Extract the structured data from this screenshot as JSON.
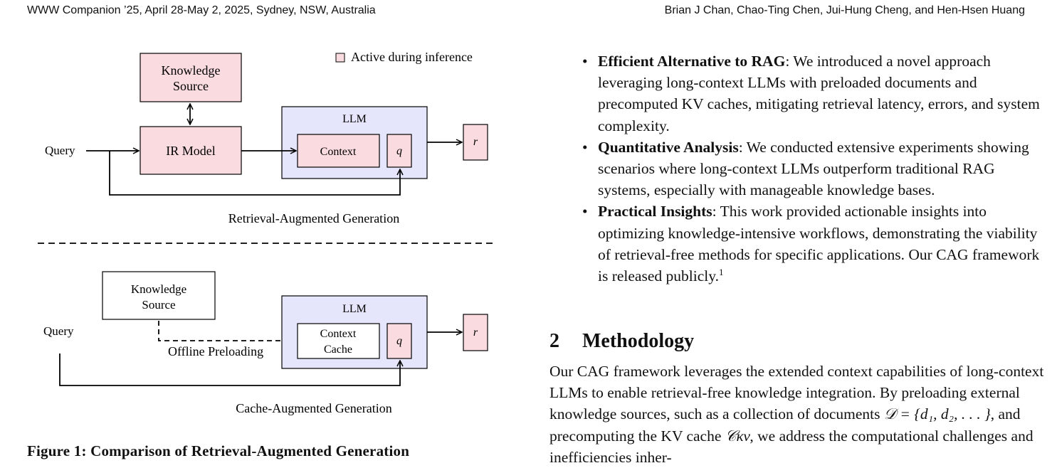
{
  "header": {
    "left": "WWW Companion ’25, April 28-May 2, 2025, Sydney, NSW, Australia",
    "right": "Brian J Chan, Chao-Ting Chen, Jui-Hung Cheng, and Hen-Hsen Huang"
  },
  "figure": {
    "legend": "Active during inference",
    "rag": {
      "knowledge_line1": "Knowledge",
      "knowledge_line2": "Source",
      "query": "Query",
      "ir_model": "IR Model",
      "llm": "LLM",
      "context": "Context",
      "q": "q",
      "r": "r",
      "label": "Retrieval-Augmented Generation"
    },
    "cag": {
      "knowledge_line1": "Knowledge",
      "knowledge_line2": "Source",
      "query": "Query",
      "llm": "LLM",
      "context_line1": "Context",
      "context_line2": "Cache",
      "q": "q",
      "r": "r",
      "offline": "Offline Preloading",
      "label": "Cache-Augmented Generation"
    },
    "caption": "Figure 1: Comparison of Retrieval-Augmented Generation"
  },
  "contributions": [
    {
      "title": "Efficient Alternative to RAG",
      "text": ": We introduced a novel approach leveraging long-context LLMs with preloaded documents and precomputed KV caches, mitigating retrieval latency, errors, and system complexity."
    },
    {
      "title": "Quantitative Analysis",
      "text": ": We conducted extensive experiments showing scenarios where long-context LLMs outperform traditional RAG systems, especially with manageable knowledge bases."
    },
    {
      "title": "Practical Insights",
      "text": ": This work provided actionable insights into optimizing knowledge-intensive workflows, demonstrating the viability of retrieval-free methods for specific applications. Our CAG framework is released publicly.",
      "footnote": "1"
    }
  ],
  "section": {
    "number": "2",
    "title": "Methodology"
  },
  "paragraph": {
    "part1": "Our CAG framework leverages the extended context capabilities of long-context LLMs to enable retrieval-free knowledge integration. By preloading external knowledge sources, such as a collection of documents ",
    "math1": "𝒟 = {d₁, d₂, . . . }",
    "part2": ", and precomputing the KV cache ",
    "math2": "𝒞ᴋᴠ",
    "part3": ", we address the computational challenges and inefficiencies inher-"
  }
}
